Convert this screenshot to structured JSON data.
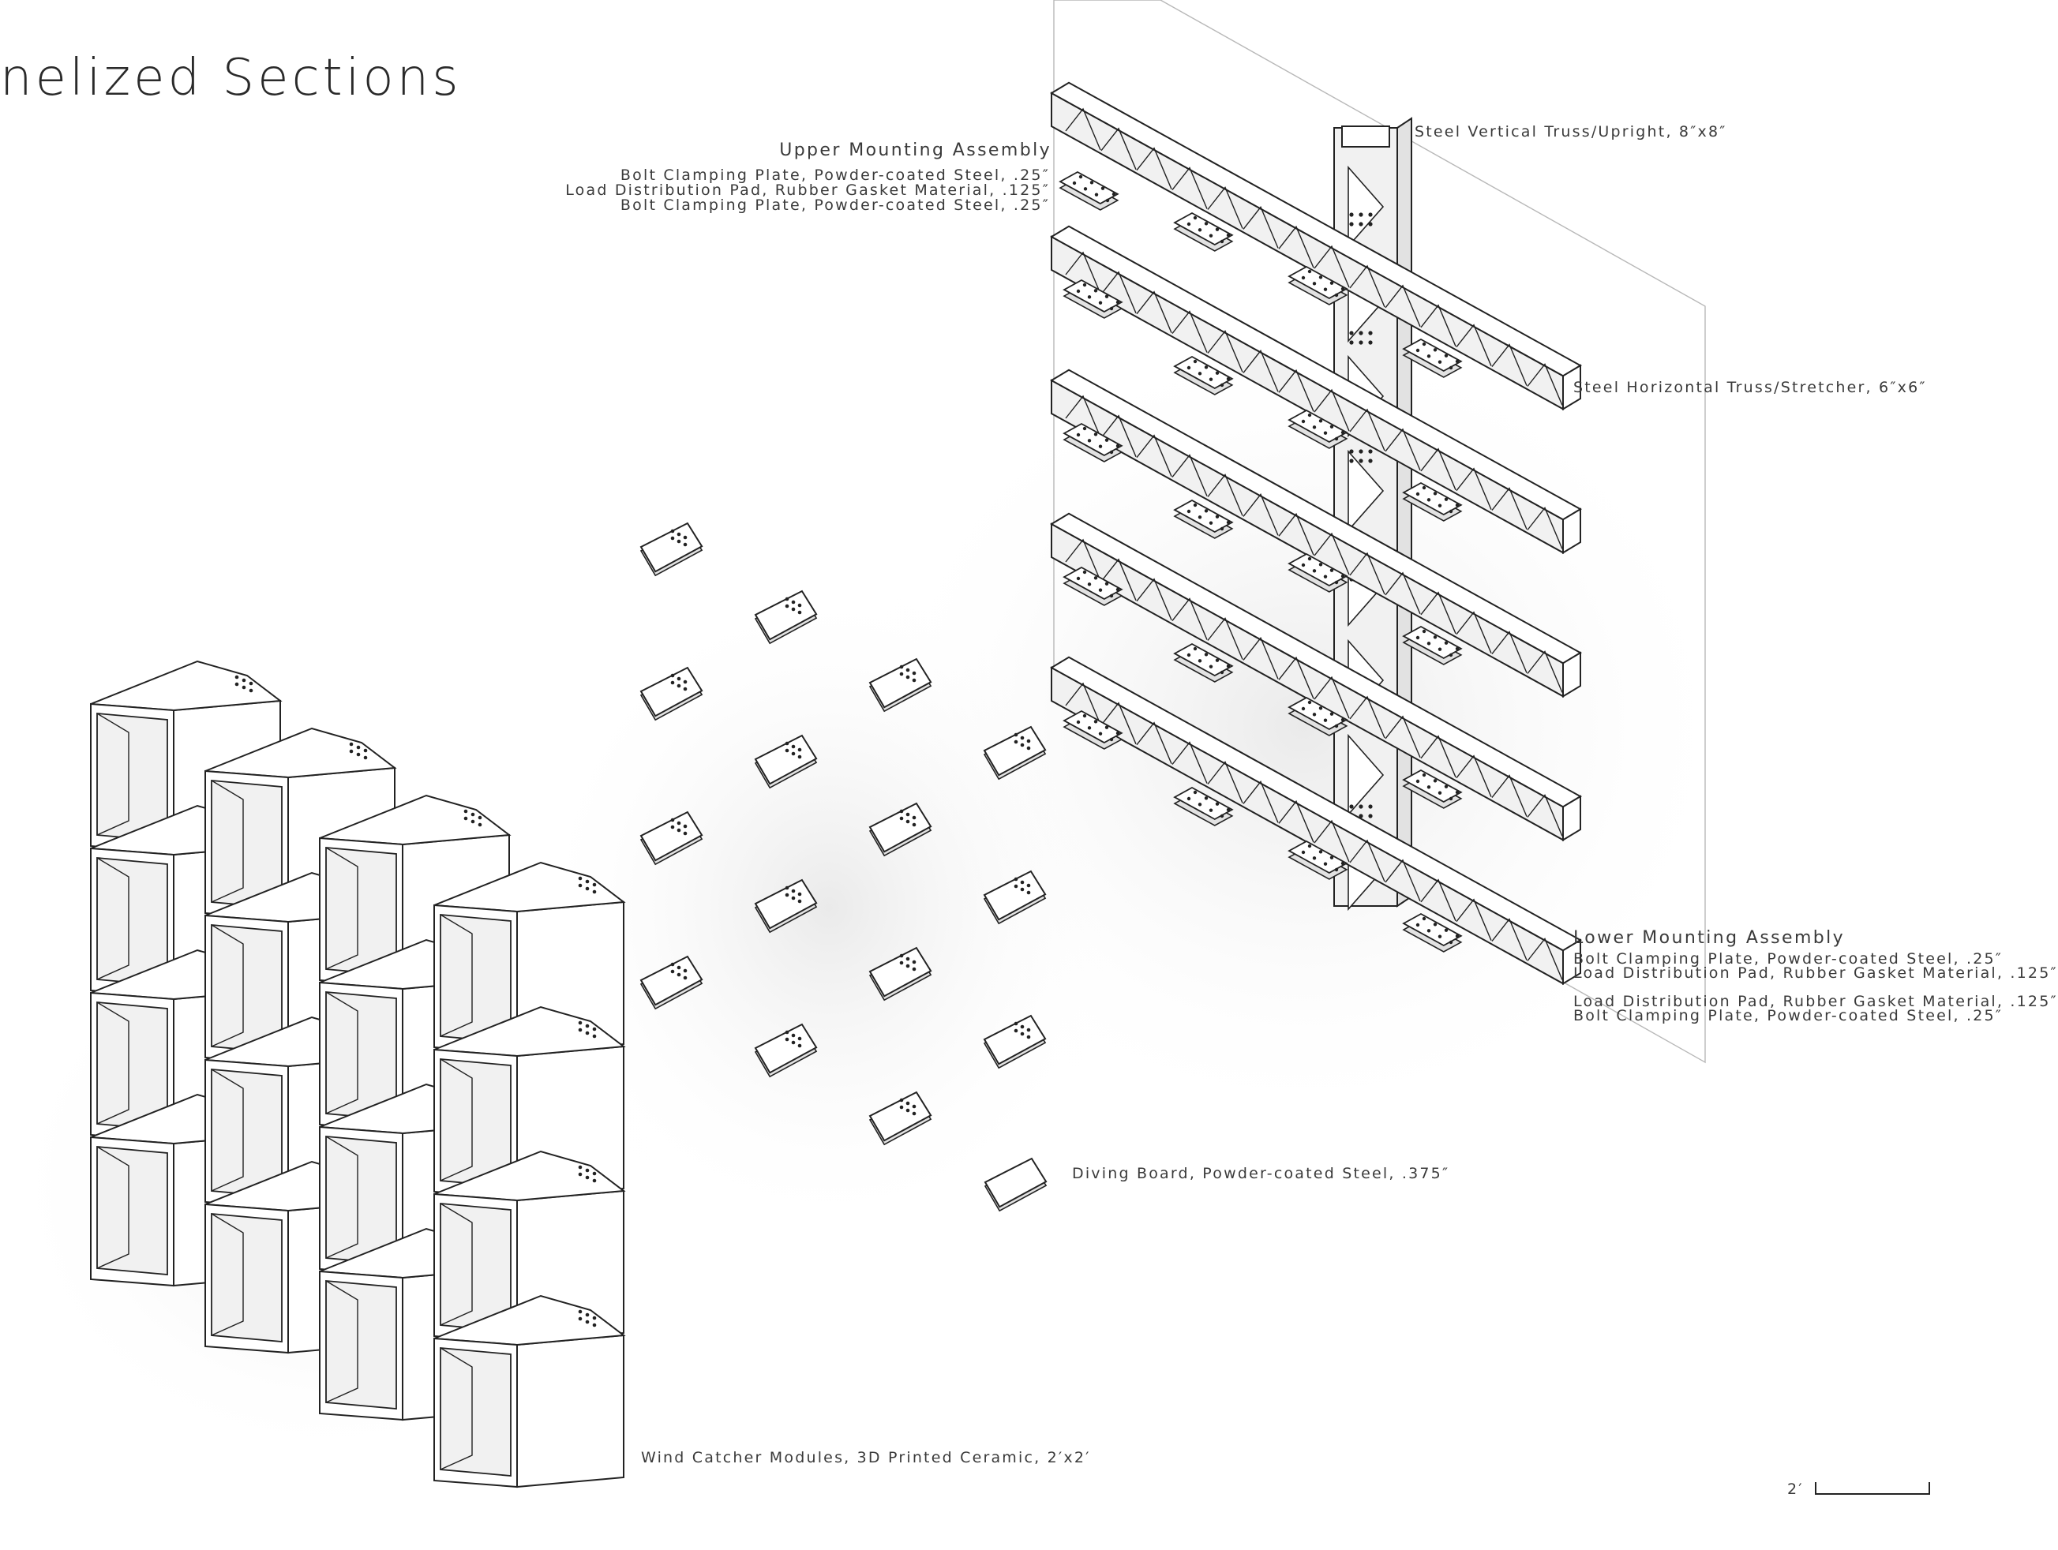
{
  "title": "nelized Sections",
  "labels": {
    "upper_assembly": {
      "heading": "Upper Mounting Assembly",
      "lines": [
        "Bolt Clamping Plate, Powder-coated Steel, .25″",
        "Load Distribution Pad, Rubber Gasket Material, .125″",
        "Bolt Clamping Plate, Powder-coated Steel, .25″"
      ]
    },
    "vertical_truss": "Steel Vertical Truss/Upright, 8″x8″",
    "horizontal_truss": "Steel Horizontal Truss/Stretcher, 6″x6″",
    "lower_assembly": {
      "heading": "Lower Mounting Assembly",
      "lines": [
        "Bolt Clamping Plate, Powder-coated Steel, .25″",
        "Load Distribution Pad, Rubber Gasket Material, .125″",
        "Load Distribution Pad, Rubber Gasket Material, .125″",
        "Bolt Clamping Plate, Powder-coated Steel, .25″"
      ]
    },
    "diving_board": "Diving Board, Powder-coated Steel, .375″",
    "modules": "Wind Catcher Modules, 3D Printed Ceramic, 2′x2′",
    "scale": "2′"
  },
  "colors": {
    "line": "#222222",
    "face_light": "#ffffff",
    "face_shade": "#f1f1f1",
    "face_dark": "#e2e2e2",
    "text": "#3a3a3a"
  }
}
